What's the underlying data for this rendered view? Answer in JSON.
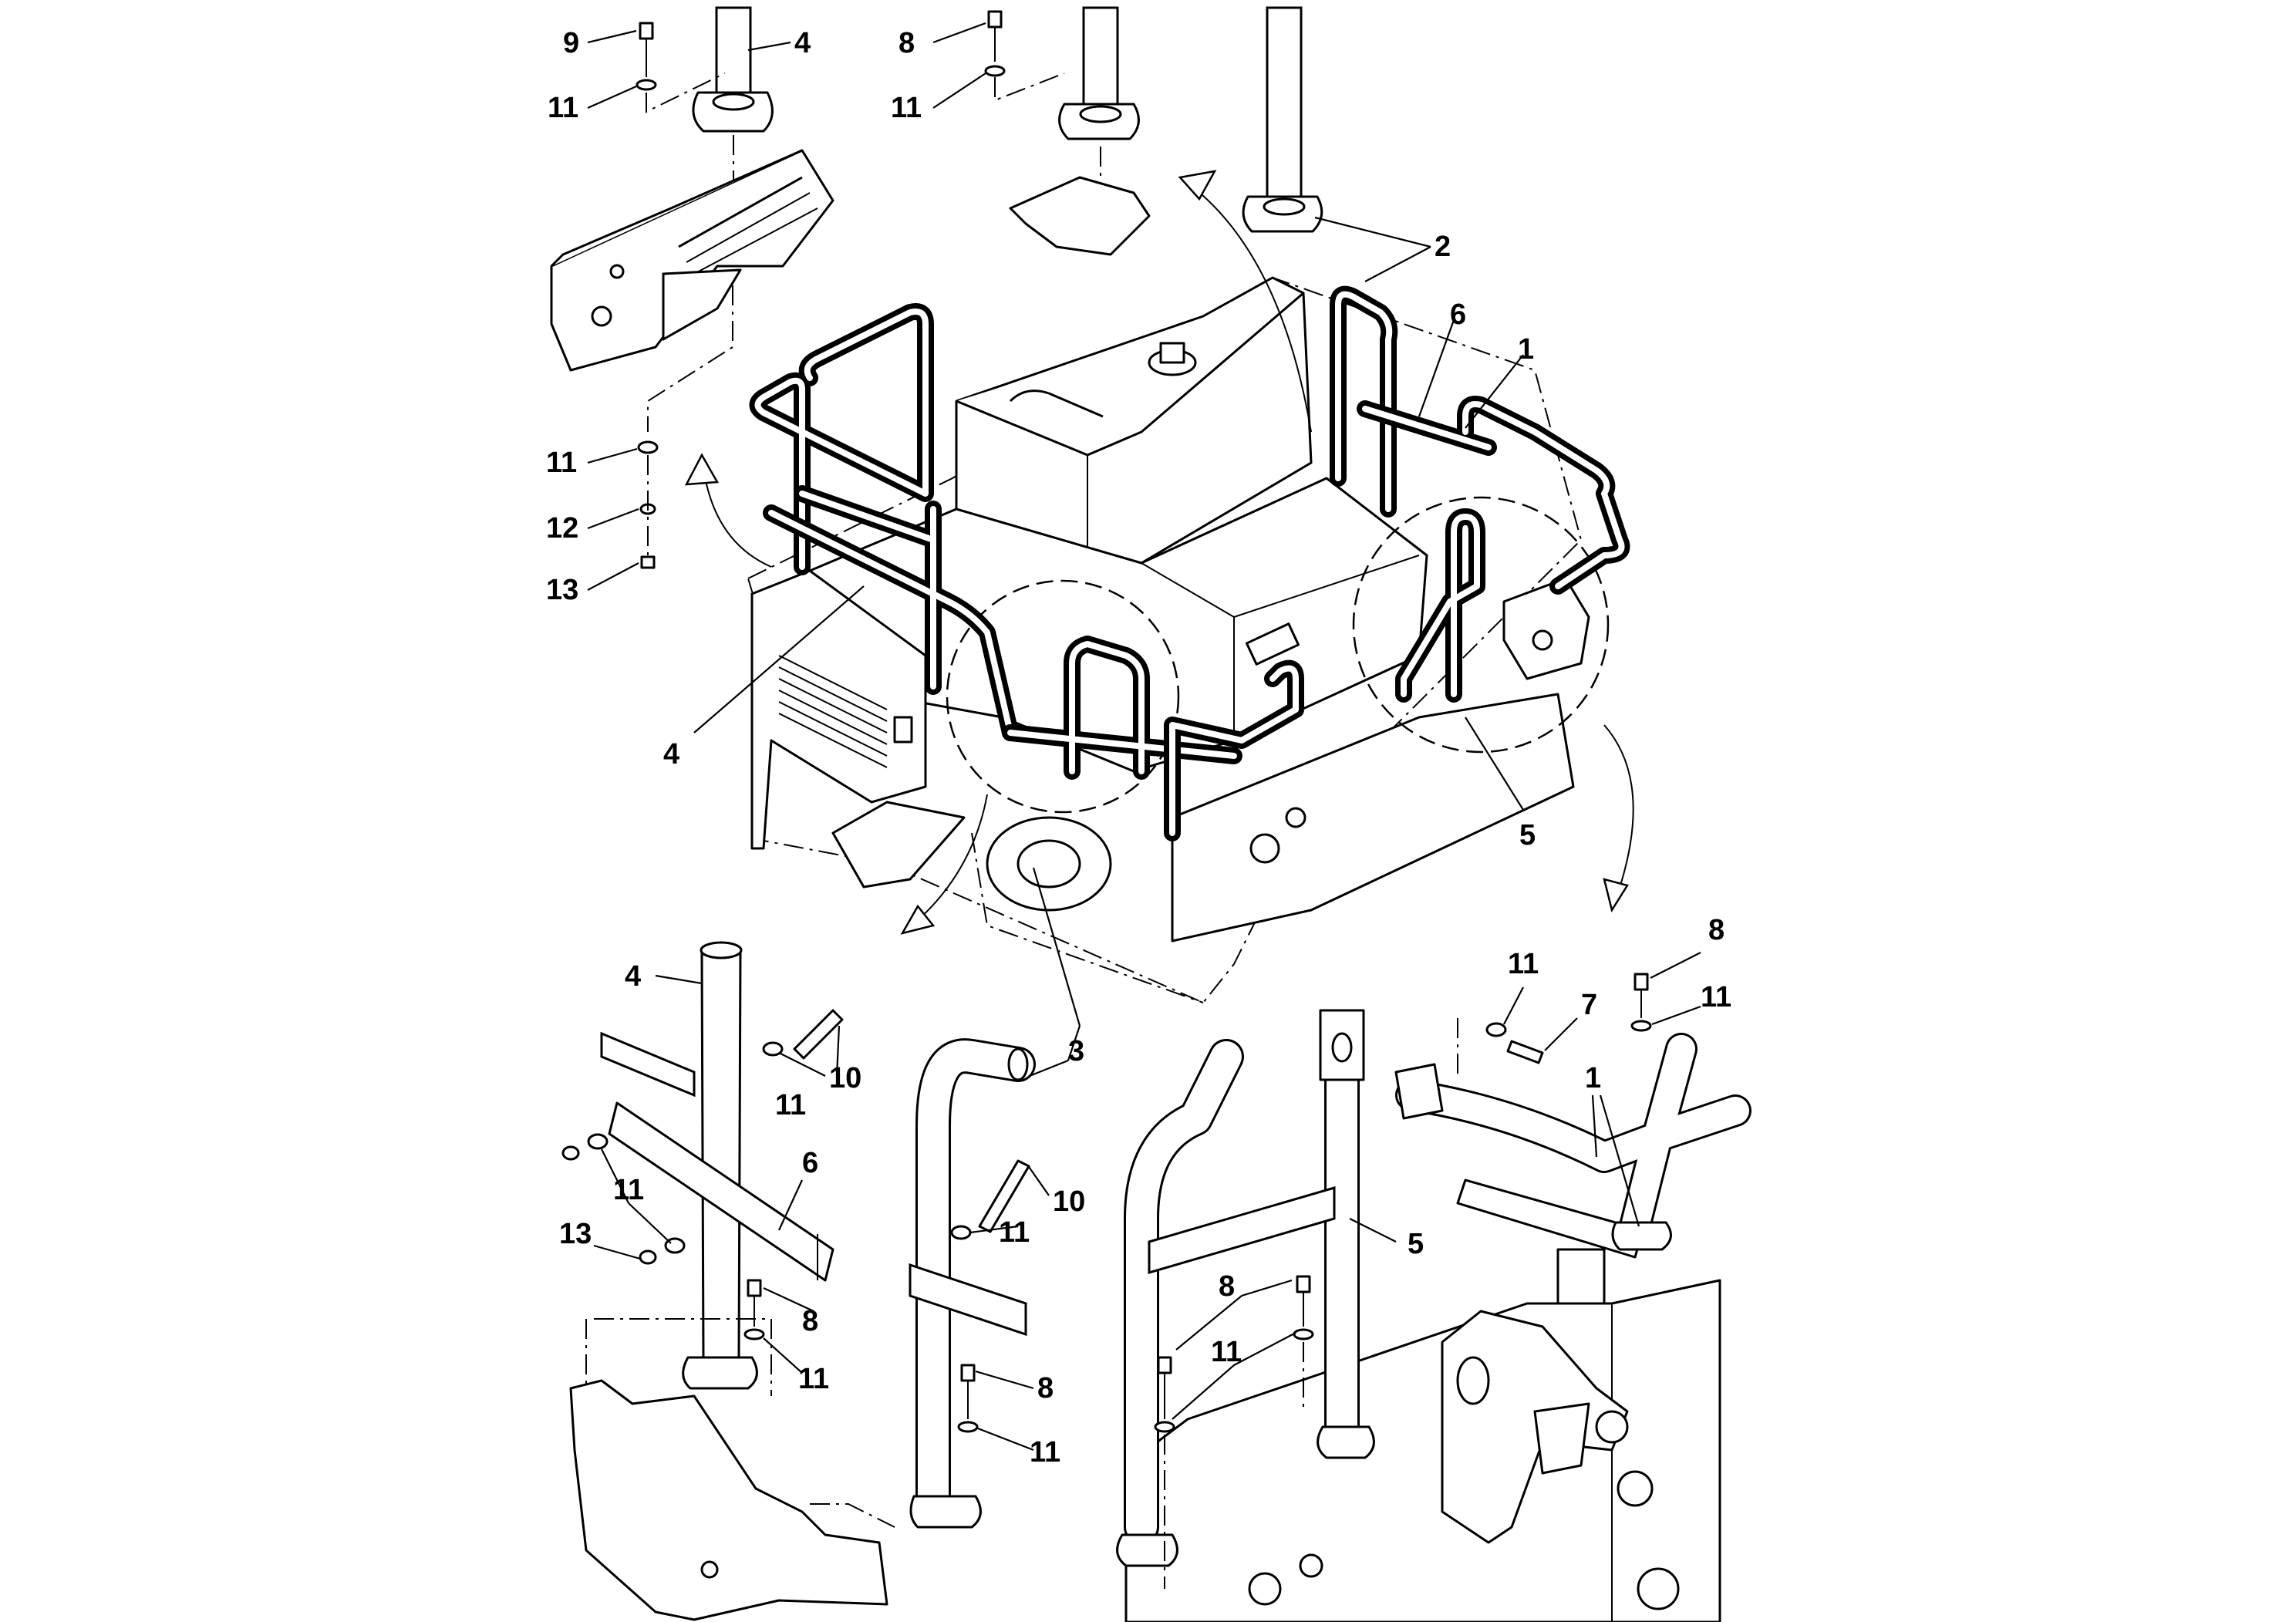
{
  "diagram": {
    "callouts": [
      {
        "id": "c9-top",
        "text": "9"
      },
      {
        "id": "c4-top",
        "text": "4"
      },
      {
        "id": "c11-top-left",
        "text": "11"
      },
      {
        "id": "c8-top",
        "text": "8"
      },
      {
        "id": "c11-top-mid",
        "text": "11"
      },
      {
        "id": "c2",
        "text": "2"
      },
      {
        "id": "c6-top",
        "text": "6"
      },
      {
        "id": "c1-top",
        "text": "1"
      },
      {
        "id": "c11-left-stack",
        "text": "11"
      },
      {
        "id": "c12",
        "text": "12"
      },
      {
        "id": "c13-left",
        "text": "13"
      },
      {
        "id": "c4-mid",
        "text": "4"
      },
      {
        "id": "c5-mid",
        "text": "5"
      },
      {
        "id": "c4-bottom",
        "text": "4"
      },
      {
        "id": "c10-a",
        "text": "10"
      },
      {
        "id": "c11-a",
        "text": "11"
      },
      {
        "id": "c6-bottom",
        "text": "6"
      },
      {
        "id": "c11-b",
        "text": "11"
      },
      {
        "id": "c13-bottom",
        "text": "13"
      },
      {
        "id": "c8-a",
        "text": "8"
      },
      {
        "id": "c11-c",
        "text": "11"
      },
      {
        "id": "c3",
        "text": "3"
      },
      {
        "id": "c10-b",
        "text": "10"
      },
      {
        "id": "c11-d",
        "text": "11"
      },
      {
        "id": "c8-b",
        "text": "8"
      },
      {
        "id": "c11-e",
        "text": "11"
      },
      {
        "id": "c5-bottom",
        "text": "5"
      },
      {
        "id": "c8-c",
        "text": "8"
      },
      {
        "id": "c11-f",
        "text": "11"
      },
      {
        "id": "c11-g",
        "text": "11"
      },
      {
        "id": "c7",
        "text": "7"
      },
      {
        "id": "c8-d",
        "text": "8"
      },
      {
        "id": "c11-h",
        "text": "11"
      },
      {
        "id": "c1-bottom",
        "text": "1"
      }
    ]
  }
}
